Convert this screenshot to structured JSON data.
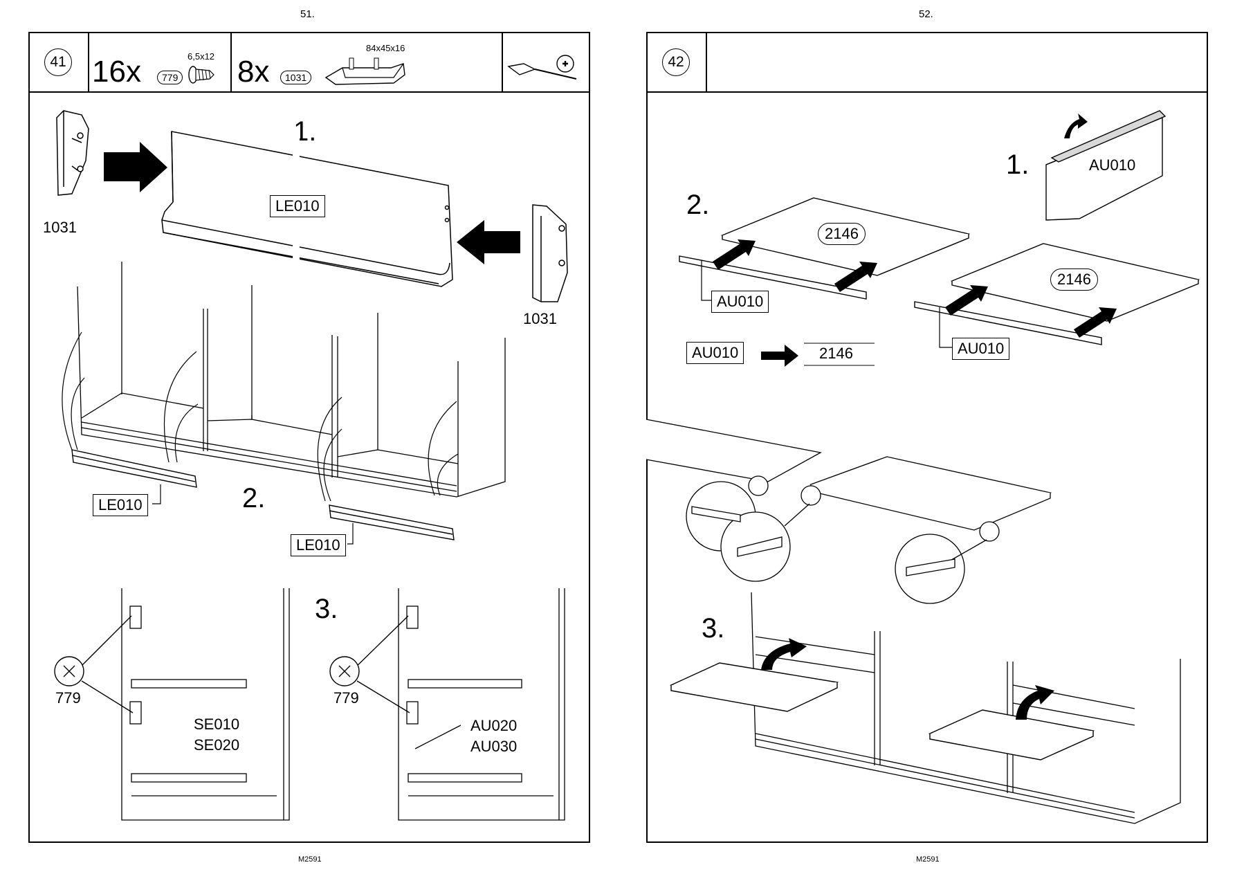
{
  "left_page": {
    "page_number": "51.",
    "footer": "M2591",
    "step_number": "41",
    "parts": [
      {
        "qty": "16x",
        "part_no": "779",
        "size": "6,5x12"
      },
      {
        "qty": "8x",
        "part_no": "1031",
        "size": "84x45x16"
      }
    ],
    "tool_icons": [
      "screwdriver-icon",
      "phillips-head-icon"
    ],
    "substeps": [
      "1.",
      "2.",
      "3."
    ],
    "labels": {
      "panel": "LE010",
      "bracket_left": "1031",
      "bracket_right": "1031",
      "rail_left": "LE010",
      "rail_right": "LE010",
      "screw_a": "779",
      "screw_b": "779",
      "se_a": "SE010",
      "se_b": "SE020",
      "au_a": "AU020",
      "au_b": "AU030"
    }
  },
  "right_page": {
    "page_number": "52.",
    "footer": "M2591",
    "step_number": "42",
    "substeps": [
      "1.",
      "2.",
      "3."
    ],
    "labels": {
      "tape": "AU010",
      "shelf_a": "2146",
      "shelf_b": "2146",
      "edge_a": "AU010",
      "edge_b": "AU010",
      "map_from": "AU010",
      "map_to": "2146"
    }
  },
  "colors": {
    "line": "#000000",
    "background": "#ffffff",
    "fill_grey": "#d8d8d8"
  }
}
